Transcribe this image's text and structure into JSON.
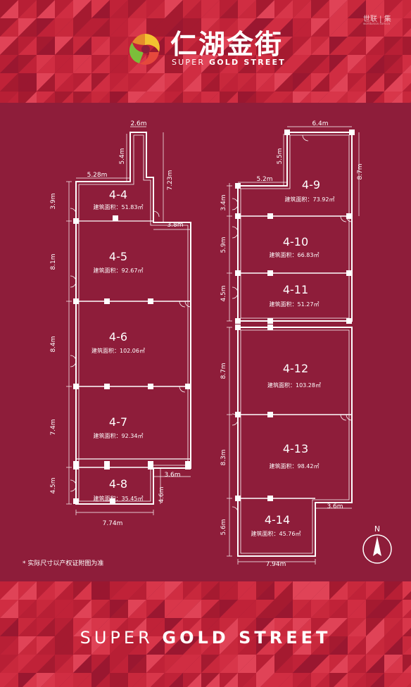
{
  "brand": {
    "name_cn": "仁湖金街",
    "name_en_light": "SUPER",
    "name_en_bold": "GOLD STREET",
    "watermark_cn": "世联",
    "watermark_mark": "集",
    "watermark_url": "worldunion.com.cn",
    "footer_light": "SUPER",
    "footer_bold": "GOLD STREET"
  },
  "colors": {
    "background": "#8e1d3a",
    "band": "#c8283c",
    "line": "#ffffff"
  },
  "note": "* 实际尺寸以产权证附图为准",
  "compass": {
    "label": "N"
  },
  "area_prefix": "建筑面积：",
  "units": [
    {
      "id": "4-4",
      "area": "51.83㎡"
    },
    {
      "id": "4-5",
      "area": "92.67㎡"
    },
    {
      "id": "4-6",
      "area": "102.06㎡"
    },
    {
      "id": "4-7",
      "area": "92.34㎡"
    },
    {
      "id": "4-8",
      "area": "35.45㎡"
    },
    {
      "id": "4-9",
      "area": "73.92㎡"
    },
    {
      "id": "4-10",
      "area": "66.83㎡"
    },
    {
      "id": "4-11",
      "area": "51.27㎡"
    },
    {
      "id": "4-12",
      "area": "103.28㎡"
    },
    {
      "id": "4-13",
      "area": "98.42㎡"
    },
    {
      "id": "4-14",
      "area": "45.76㎡"
    }
  ],
  "dimensions": {
    "left_top_width": "2.6m",
    "left_top_depth": "5.4m",
    "left_top_height": "7.23m",
    "left_4_4_width": "5.28m",
    "left_4_4_height": "3.9m",
    "left_step": "3.8m",
    "left_4_5_height": "8.1m",
    "left_4_6_height": "8.4m",
    "left_4_7_height": "7.4m",
    "left_4_8_height": "4.5m",
    "left_4_8_right": "4.6m",
    "left_step_bottom": "3.6m",
    "left_bottom_width": "7.74m",
    "right_top_width": "6.4m",
    "right_top_depth": "5.5m",
    "right_top_height": "8.7m",
    "right_4_9_width": "5.2m",
    "right_4_9_height": "3.4m",
    "right_4_10_height": "5.9m",
    "right_4_11_height": "4.5m",
    "right_4_12_height": "8.7m",
    "right_4_13_height": "8.3m",
    "right_step": "3.6m",
    "right_4_14_height": "5.6m",
    "right_bottom_width": "7.94m"
  }
}
